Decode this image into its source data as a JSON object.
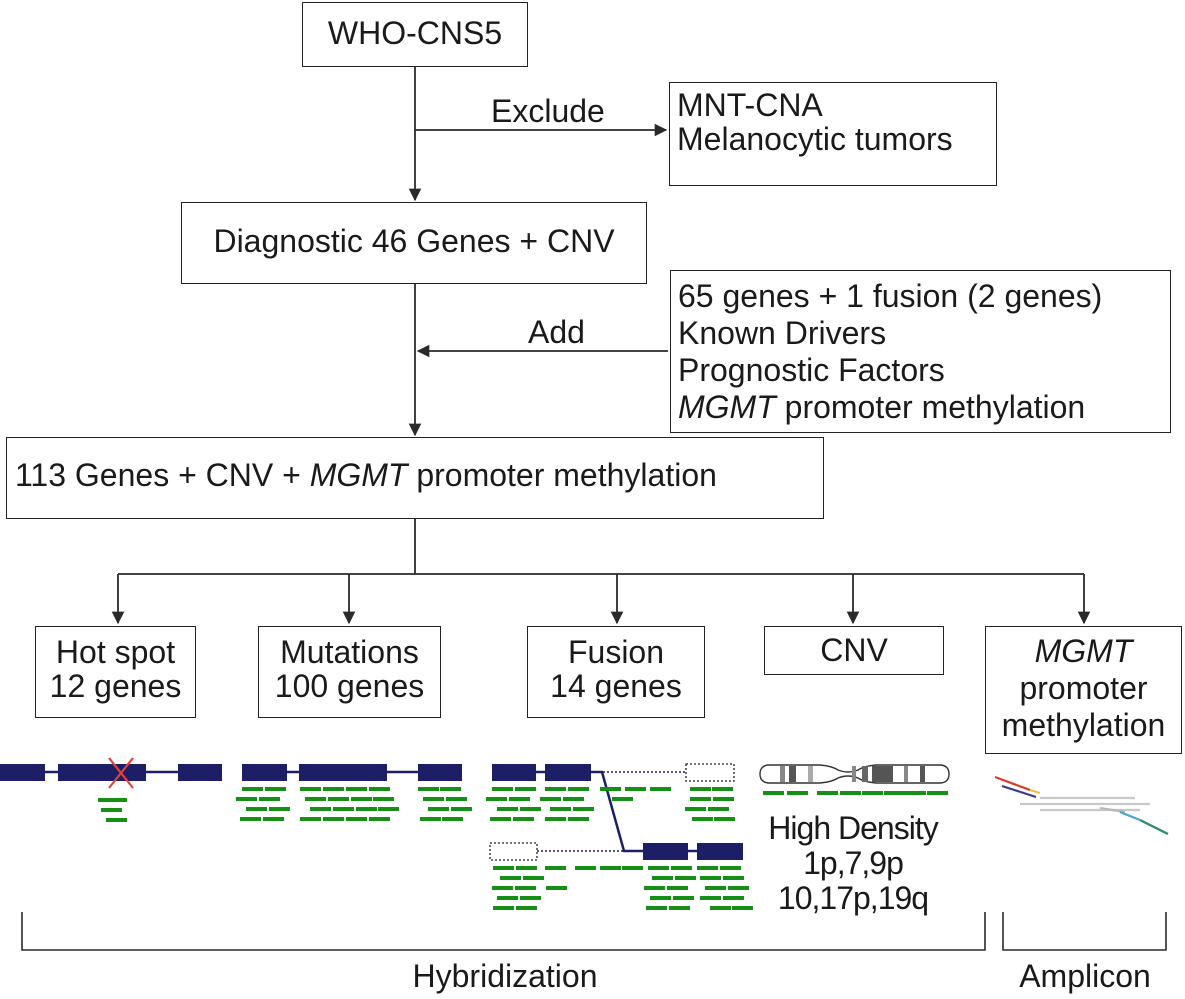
{
  "top": {
    "title": "WHO-CNS5"
  },
  "exclude": {
    "label": "Exclude",
    "items": [
      "MNT-CNA",
      "Melanocytic tumors"
    ]
  },
  "diagnostic": {
    "text": "Diagnostic 46 Genes + CNV"
  },
  "add": {
    "label": "Add",
    "items": [
      "65 genes + 1 fusion (2 genes)",
      "Known Drivers",
      "Prognostic Factors"
    ],
    "mgmt_gene": "MGMT",
    "mgmt_rest": " promoter methylation"
  },
  "panel": {
    "prefix": "113 Genes + CNV + ",
    "gene": "MGMT",
    "suffix": " promoter methylation"
  },
  "categories": {
    "hotspot": {
      "line1": "Hot spot",
      "line2": "12 genes"
    },
    "mutations": {
      "line1": "Mutations",
      "line2": "100 genes"
    },
    "fusion": {
      "line1": "Fusion",
      "line2": "14 genes"
    },
    "cnv": {
      "line1": "CNV"
    },
    "mgmt": {
      "gene": "MGMT",
      "line2": "promoter",
      "line3": "methylation"
    }
  },
  "cnv_detail": {
    "line1": "High Density",
    "line2": "1p,7,9p",
    "line3": "10,17p,19q"
  },
  "methods": {
    "hybridization": "Hybridization",
    "amplicon": "Amplicon"
  },
  "colors": {
    "exon": "#1c1f66",
    "read": "#159015",
    "line": "#2a2a2a",
    "cross": "#e0413a"
  }
}
